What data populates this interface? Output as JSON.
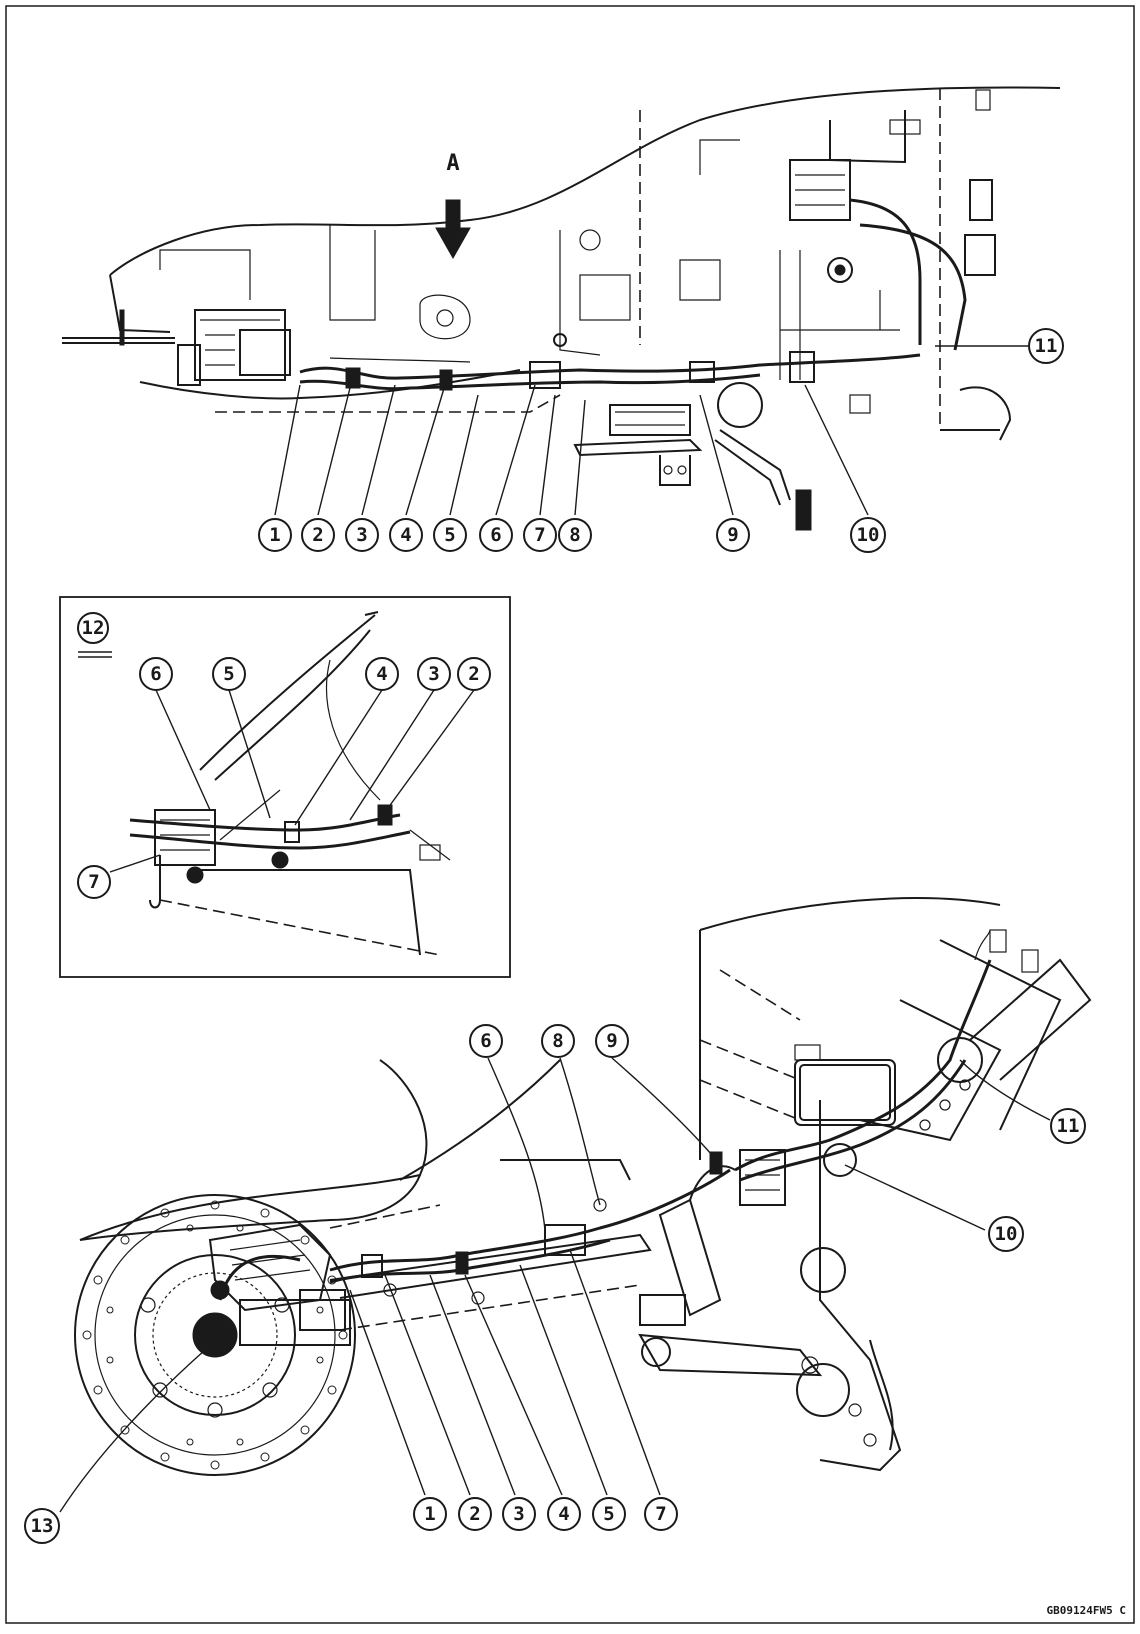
{
  "view_a_label": "A",
  "figure_code": "GB09124FW5 C",
  "top_view": {
    "callouts": [
      "1",
      "2",
      "3",
      "4",
      "5",
      "6",
      "7",
      "8",
      "9",
      "10",
      "11"
    ]
  },
  "inset_view": {
    "label": "12",
    "callouts": [
      "6",
      "5",
      "4",
      "3",
      "2",
      "7"
    ]
  },
  "side_view": {
    "callouts": [
      "6",
      "8",
      "9",
      "11",
      "10",
      "13",
      "1",
      "2",
      "3",
      "4",
      "5",
      "7"
    ]
  }
}
